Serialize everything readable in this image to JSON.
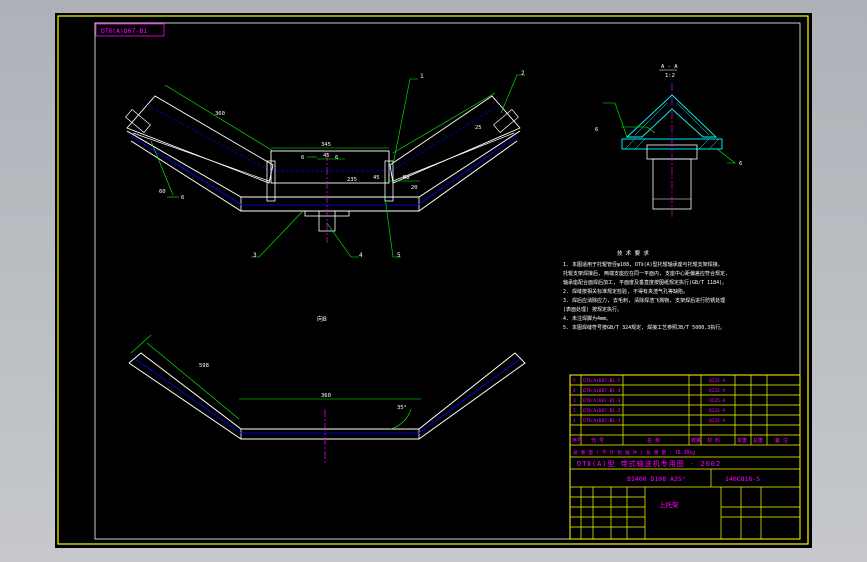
{
  "drawing": {
    "stamp": "DTⅡ(A)D07-B1",
    "title_note": "DTⅡ(A)型 带式输送机专用图 - 2002",
    "section_label": "A - A",
    "section_scale": "1:2",
    "view_label": "向B",
    "part_balloons": [
      "1",
      "2",
      "3",
      "4",
      "5"
    ],
    "dims_top": [
      "360",
      "345",
      "45",
      "235",
      "45",
      "R8",
      "20",
      "25",
      "60"
    ],
    "dims_bottom": [
      "598",
      "360",
      "35°"
    ],
    "weld_labels": [
      "6",
      "6",
      "6",
      "6",
      "6",
      "6"
    ]
  },
  "tech_req": {
    "title": "技 术 要 求",
    "items": [
      "1. 本图适用于托辊管径φ108, DTⅡ(A)型托辊轴承座与托辊支架焊接。",
      "   托辊支架焊接后, 两端支座应在同一平面内, 支座中心距偏差应符合规定,",
      "   轴承座配合面焊后加工, 平面度及垂直度按图纸规定执行(GB/T 1184)。",
      "2. 焊缝按相关标准规定检验, 不得有夹渣气孔等缺陷。",
      "3. 焊后应消除应力, 去毛刺, 清除焊渣飞溅物, 支架焊后进行防锈处理",
      "   (表面处理) 按规定执行。",
      "4. 未注焊脚为4mm。",
      "5. 本图焊缝符号按GB/T 324规定, 焊接工艺参照JB/T 5000.3执行。"
    ]
  },
  "title_block": {
    "bom_rows": [
      {
        "no": "5",
        "code": "DTⅡ(A)D07-B1-5",
        "name": "",
        "qty": "",
        "material": "Q235-A",
        "weight": ""
      },
      {
        "no": "4",
        "code": "DTⅡ(A)D07-B1-4",
        "name": "",
        "qty": "",
        "material": "Q235-A",
        "weight": ""
      },
      {
        "no": "3",
        "code": "DTⅡ(A)D07-B1-3",
        "name": "",
        "qty": "",
        "material": "Q235-A",
        "weight": ""
      },
      {
        "no": "2",
        "code": "DTⅡ(A)D07-B1-2",
        "name": "",
        "qty": "",
        "material": "Q235-A",
        "weight": ""
      },
      {
        "no": "1",
        "code": "DTⅡ(A)D07-B1-1",
        "name": "",
        "qty": "",
        "material": "Q235-A",
        "weight": ""
      }
    ],
    "bom_header": [
      "序号",
      "代 号",
      "名 称",
      "数量",
      "材 料",
      "单重",
      "总重",
      "备 注"
    ],
    "weight_row": "总 重 量 ( 不 计 标 准 件 ) 总 重 量 : 18.38kg",
    "series_title": "DTⅡ(A)型 带式输送机专用图 - 2002",
    "model": "B1400 D108 A35°",
    "drawing_code": "140C816-5",
    "part_name": "上托架"
  }
}
